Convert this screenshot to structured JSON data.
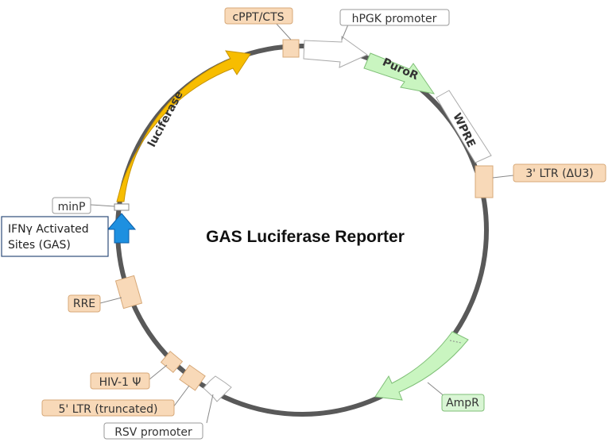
{
  "title": "GAS Luciferase Reporter",
  "colors": {
    "backbone": "#595959",
    "orange_label_fill": "#f8d9b8",
    "orange_label_stroke": "#d7a979",
    "gray_label_fill": "#ffffff",
    "gray_label_stroke": "#9a9a9a",
    "green_label_fill": "#d9f5d4",
    "green_label_stroke": "#7fbf77",
    "luciferase": "#f7bd00",
    "puror": "#c9f5c0",
    "ampr": "#c9f5c0",
    "gas_arrow": "#1e90e0"
  },
  "features": {
    "luciferase": "luciferase",
    "puror": "PuroR",
    "wpre": "WPRE"
  },
  "labels": {
    "cppt": "cPPT/CTS",
    "hpgk": "hPGK promoter",
    "ltr3": "3' LTR (ΔU3)",
    "ampr": "AmpR",
    "rsv": "RSV promoter",
    "ltr5": "5' LTR (truncated)",
    "hiv": "HIV-1 Ψ",
    "rre": "RRE",
    "minp": "minP"
  },
  "gas_box": {
    "line1": "IFNγ Activated",
    "line2": "Sites (GAS)"
  }
}
